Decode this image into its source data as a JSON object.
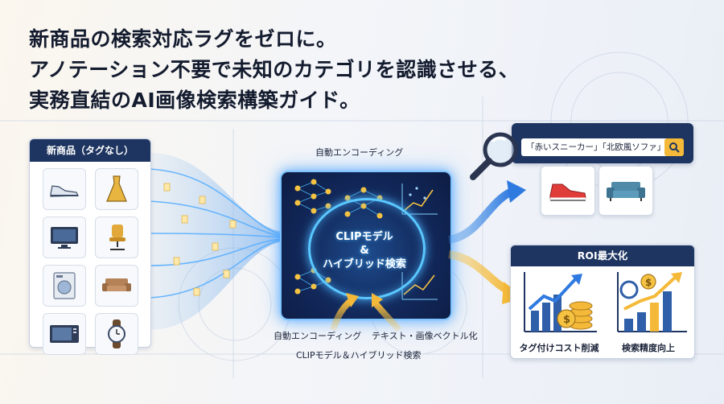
{
  "headline": {
    "line1": "新商品の検索対応ラグをゼロに。",
    "line2": "アノテーション不要で未知のカテゴリを認識させる、",
    "line3": "実務直結のAI画像検索構築ガイド。"
  },
  "left_panel": {
    "title": "新商品（タグなし）",
    "icons": [
      "sneaker-icon",
      "dress-icon",
      "monitor-icon",
      "office-chair-icon",
      "washing-machine-icon",
      "sofa-icon",
      "microwave-icon",
      "wristwatch-icon"
    ]
  },
  "center": {
    "top_label": "自動エンコーディング",
    "title_line1": "CLIPモデル",
    "title_line2": "&",
    "title_line3": "ハイブリッド検索",
    "bottom_label_left": "自動エンコーディング",
    "bottom_label_right": "テキスト・画像ベクトル化",
    "bottom_caption": "CLIPモデル＆ハイブリッド検索"
  },
  "search": {
    "query": "「赤いスニーカー」「北欧風ソファ」",
    "results": [
      "red-sneaker-icon",
      "blue-sofa-icon"
    ]
  },
  "roi": {
    "title": "ROI最大化",
    "left_label": "タグ付けコスト削減",
    "right_label": "検索精度向上"
  },
  "colors": {
    "navy": "#1e3561",
    "glow": "#5ac8ff",
    "accent_yellow": "#f5b93a"
  }
}
